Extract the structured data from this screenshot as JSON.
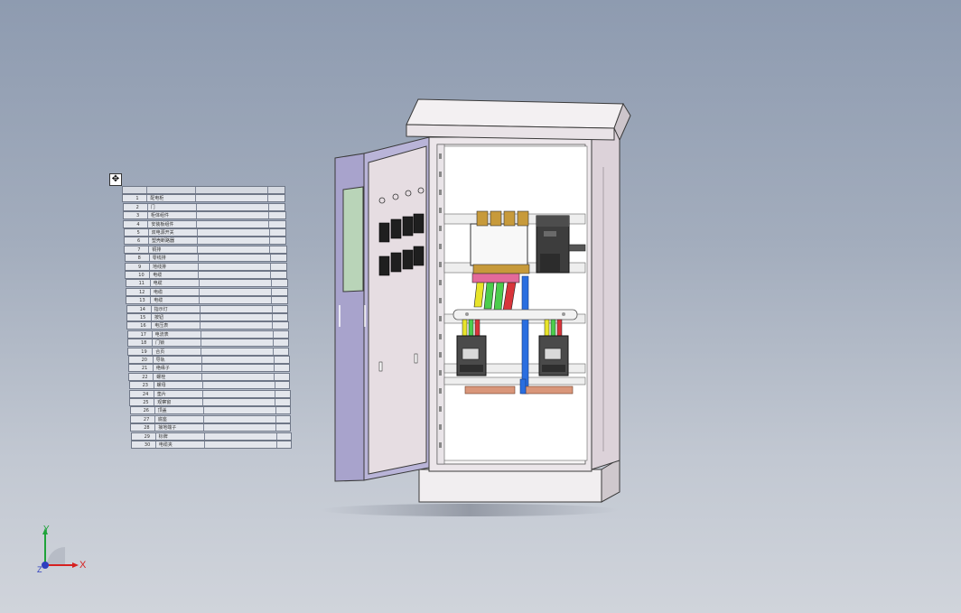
{
  "bom_table": {
    "handle_icon": "move-icon",
    "rows": [
      {
        "no": "",
        "name": ""
      },
      {
        "no": "1",
        "name": "配电柜"
      },
      {
        "no": "2",
        "name": "门"
      },
      {
        "no": "3",
        "name": "柜体组件"
      },
      {
        "no": "4",
        "name": "安装板组件"
      },
      {
        "no": "5",
        "name": "双电源开关"
      },
      {
        "no": "6",
        "name": "塑壳断路器"
      },
      {
        "no": "7",
        "name": "铜排"
      },
      {
        "no": "8",
        "name": "零线排"
      },
      {
        "no": "9",
        "name": "地线排"
      },
      {
        "no": "10",
        "name": "电缆"
      },
      {
        "no": "11",
        "name": "电缆"
      },
      {
        "no": "12",
        "name": "电缆"
      },
      {
        "no": "13",
        "name": "电缆"
      },
      {
        "no": "14",
        "name": "指示灯"
      },
      {
        "no": "15",
        "name": "按钮"
      },
      {
        "no": "16",
        "name": "电压表"
      },
      {
        "no": "17",
        "name": "电流表"
      },
      {
        "no": "18",
        "name": "门锁"
      },
      {
        "no": "19",
        "name": "合页"
      },
      {
        "no": "20",
        "name": "导轨"
      },
      {
        "no": "21",
        "name": "绝缘子"
      },
      {
        "no": "22",
        "name": "螺栓"
      },
      {
        "no": "23",
        "name": "螺母"
      },
      {
        "no": "24",
        "name": "垫片"
      },
      {
        "no": "25",
        "name": "观察窗"
      },
      {
        "no": "26",
        "name": "顶盖"
      },
      {
        "no": "27",
        "name": "底座"
      },
      {
        "no": "28",
        "name": "接地端子"
      },
      {
        "no": "29",
        "name": "标牌"
      },
      {
        "no": "30",
        "name": "电缆夹"
      }
    ]
  },
  "axes": {
    "x_label": "X",
    "y_label": "Y",
    "z_label": "Z",
    "x_color": "#d62020",
    "y_color": "#1fa33a",
    "z_color": "#2f3fbf"
  },
  "colors": {
    "cabinet": "#e6dde2",
    "door": "#d8cfdc",
    "door_side": "#b9b4d8",
    "window": "#b9d4b8",
    "cable_yellow": "#e8e42a",
    "cable_green": "#4ccc4c",
    "cable_red": "#d8343a",
    "cable_blue": "#2a6ee0",
    "busbar": "#d9967a"
  }
}
